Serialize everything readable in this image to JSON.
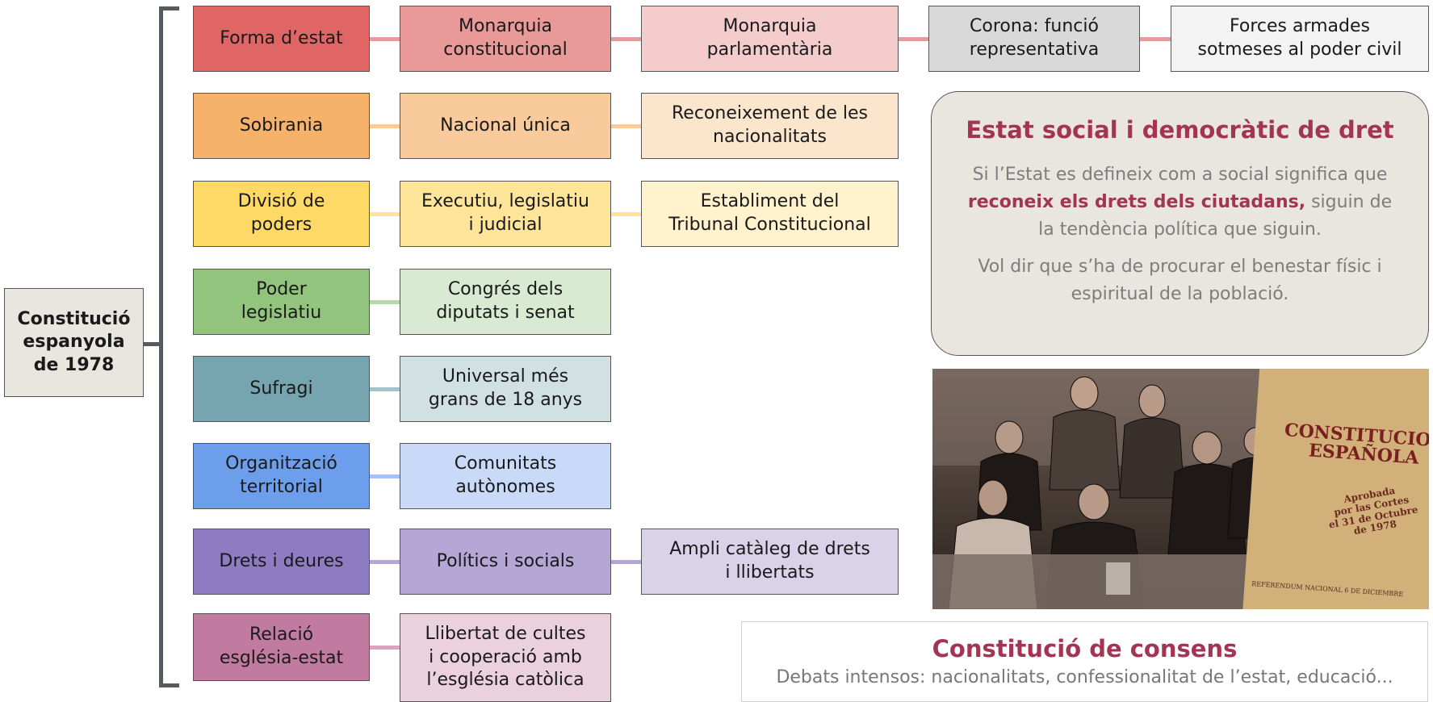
{
  "root": {
    "label": "Constitució\nespanyola\nde 1978"
  },
  "rows": [
    {
      "key": "forma",
      "cells": [
        "Forma d’estat",
        "Monarquia\nconstitucional",
        "Monarquia\nparlamentària",
        "Corona: funció\nrepresentativa",
        "Forces armades\nsotmeses al poder  civil"
      ]
    },
    {
      "key": "sobirania",
      "cells": [
        "Sobirania",
        "Nacional única",
        "Reconeixement de les\nnacionalitats"
      ]
    },
    {
      "key": "divisio",
      "cells": [
        "Divisió de\npoders",
        "Executiu, legislatiu\ni judicial",
        "Establiment del\nTribunal Constitucional"
      ]
    },
    {
      "key": "legislatiu",
      "cells": [
        "Poder\nlegislatiu",
        "Congrés dels\ndiputats i senat"
      ]
    },
    {
      "key": "sufragi",
      "cells": [
        "Sufragi",
        "Universal més\ngrans de 18 anys"
      ]
    },
    {
      "key": "territorial",
      "cells": [
        "Organització\nterritorial",
        "Comunitats\nautònomes"
      ]
    },
    {
      "key": "drets",
      "cells": [
        "Drets i deures",
        "Polítics i socials",
        "Ampli catàleg de drets\ni llibertats"
      ]
    },
    {
      "key": "relacio",
      "cells": [
        "Relació\nesglésia-estat",
        "Llibertat de cultes\ni cooperació amb\nl’església catòlica"
      ]
    }
  ],
  "colors": {
    "forma": [
      "#e06666",
      "#ea9999",
      "#f4cccc",
      "#d9d9d9",
      "#f3f3f3",
      "#e69c9c"
    ],
    "sobirania": [
      "#f6b26b",
      "#f9cb9c",
      "#fce5cd",
      "#f9cb9c"
    ],
    "divisio": [
      "#ffd966",
      "#ffe599",
      "#fff2cc",
      "#ffe599"
    ],
    "legislatiu": [
      "#93c47d",
      "#d9ead3",
      "#b6d7a8"
    ],
    "sufragi": [
      "#76a5af",
      "#d0e0e3",
      "#a2c4c9"
    ],
    "territorial": [
      "#6d9eeb",
      "#c9daf8",
      "#a4c2f4"
    ],
    "drets": [
      "#8e7cc3",
      "#b4a7d6",
      "#d9d2e9",
      "#b4a7d6"
    ],
    "relacio": [
      "#c27ba0",
      "#ead1dc",
      "#d5a6bd"
    ]
  },
  "social_panel": {
    "title": "Estat social i democràtic de dret",
    "p1_before": "Si l’Estat es defineix com a social significa que ",
    "p1_bold": "reconeix els drets dels ciutadans,",
    "p1_after": " siguin de la tendència política que siguin.",
    "p2": "Vol dir que s’ha de procurar el benestar físic i espiritual de la població."
  },
  "photo": {
    "book_title": "CONSTITUCION\nESPAÑOLA",
    "book_subtitle": "Aprobada\npor las Cortes\nel 31 de Octubre\nde 1978",
    "book_footer": "REFERENDUM NACIONAL 6 DE DICIEMBRE"
  },
  "consens": {
    "title": "Constitució de consens",
    "text": "Debats intensos: nacionalitats, confessionalitat de l’estat, educació..."
  }
}
